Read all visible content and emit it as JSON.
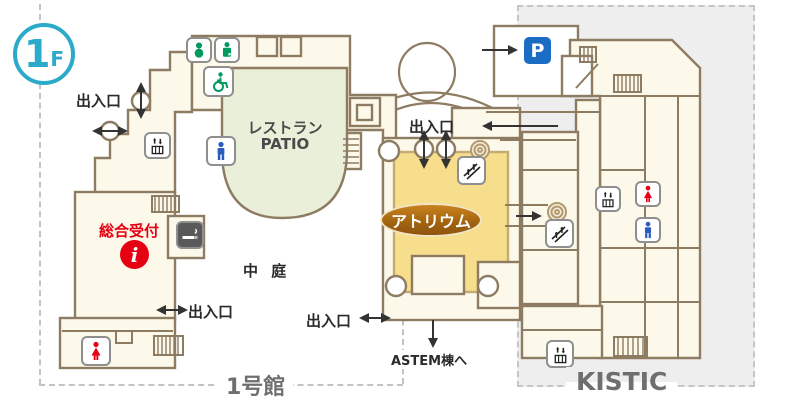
{
  "floor_badge": {
    "number": "1",
    "suffix": "F"
  },
  "areas": {
    "restaurant_line1": "レストラン",
    "restaurant_line2": "PATIO",
    "atrium": "アトリウム",
    "courtyard": "中 庭",
    "reception": "総合受付",
    "building1": "1号館",
    "kistic": "KISTIC",
    "astem": "ASTEM棟へ"
  },
  "labels": {
    "entrances": [
      "出入口",
      "出入口",
      "出入口",
      "出入口"
    ],
    "parking": "P",
    "info": "i"
  },
  "icons": [
    "baby-room-icon",
    "nursing-room-icon",
    "wheelchair-icon",
    "elevator-icon",
    "male-toilet-icon",
    "female-toilet-icon",
    "smoking-area-icon",
    "stairs-icon",
    "escalator-icon",
    "spiral-stairs-icon",
    "parking-icon",
    "info-icon"
  ],
  "colors": {
    "wall": "#8d7b62",
    "building_fill": "#fdf9ea",
    "restaurant_green": "#e9efd8",
    "atrium_yellow": "#f6de8c",
    "atrium_label_brown": "#a4650f",
    "floor_badge_cyan": "#2baac9",
    "reception_red": "#e50012",
    "toilet_blue": "#2a5cc0",
    "icon_green": "#009a5e",
    "kistic_area_gray": "#efeeee"
  }
}
